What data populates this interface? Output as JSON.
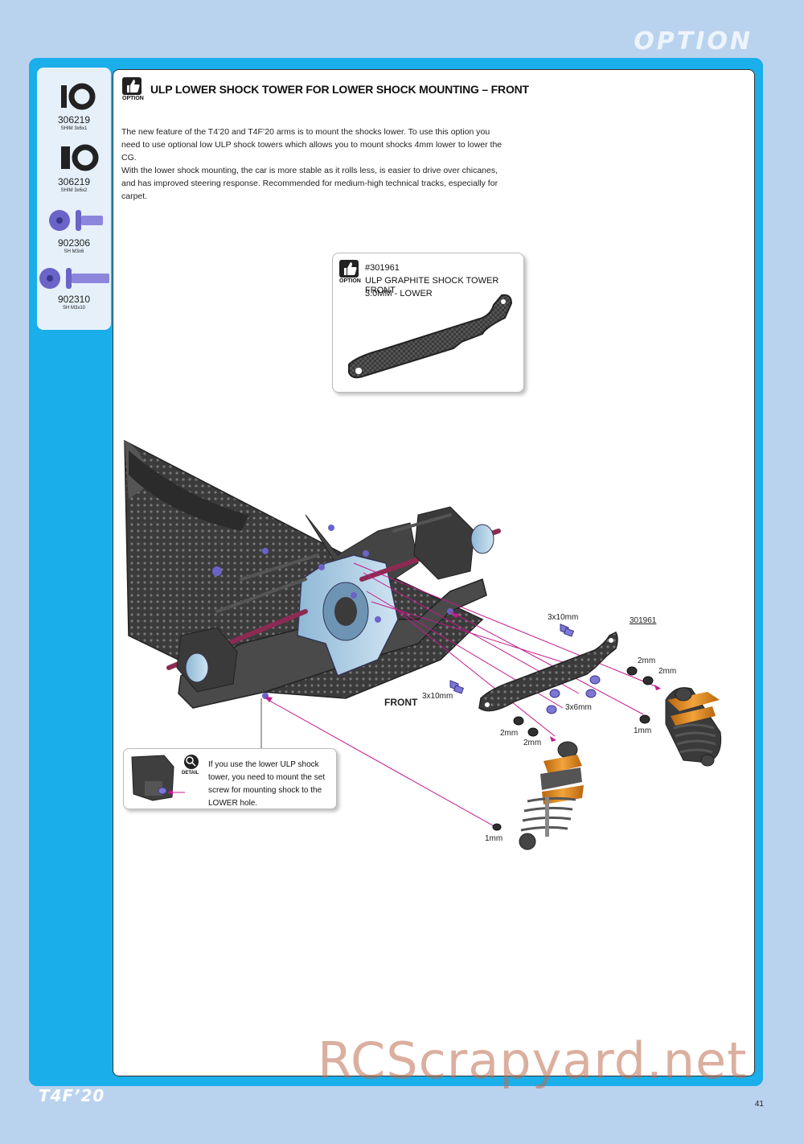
{
  "header": {
    "section": "OPTION"
  },
  "parts": [
    {
      "code": "306219",
      "desc": "SHIM 3x6x1"
    },
    {
      "code": "306219",
      "desc": "SHIM 3x6x2"
    },
    {
      "code": "902306",
      "desc": "SH M3x6"
    },
    {
      "code": "902310",
      "desc": "SH M3x10"
    }
  ],
  "option_label": "OPTION",
  "title": "ULP LOWER SHOCK TOWER FOR LOWER SHOCK MOUNTING – FRONT",
  "paragraphs": [
    "The new feature of the T4’20 and T4F’20 arms is to mount the shocks lower. To use this option you need to use optional low ULP shock towers which allows you to mount shocks 4mm lower to lower the CG.",
    "With the lower shock mounting, the car is more stable as it rolls less, is easier to drive over chicanes, and has improved steering response. Recommended for medium-high technical tracks, especially for carpet."
  ],
  "callout": {
    "part_no": "#301961",
    "line1": "ULP GRAPHITE SHOCK TOWER FRONT",
    "line2": "3.0MM - LOWER"
  },
  "detail": {
    "label": "DETAIL",
    "text": "If you use the lower ULP shock tower, you need to mount the set screw for mounting shock to the LOWER hole."
  },
  "diagram_labels": {
    "screw_top": "3x10mm",
    "tower": "301961",
    "shim_a": "2mm",
    "shim_b": "2mm",
    "shim_c": "1mm",
    "screw_left": "3x10mm",
    "screw_mid": "3x6mm",
    "shim_d": "2mm",
    "shim_e": "2mm",
    "shim_f": "1mm",
    "front": "FRONT"
  },
  "footer": {
    "brand": "T4F’20",
    "page": "41"
  },
  "watermark": "RCScrapyard.net"
}
